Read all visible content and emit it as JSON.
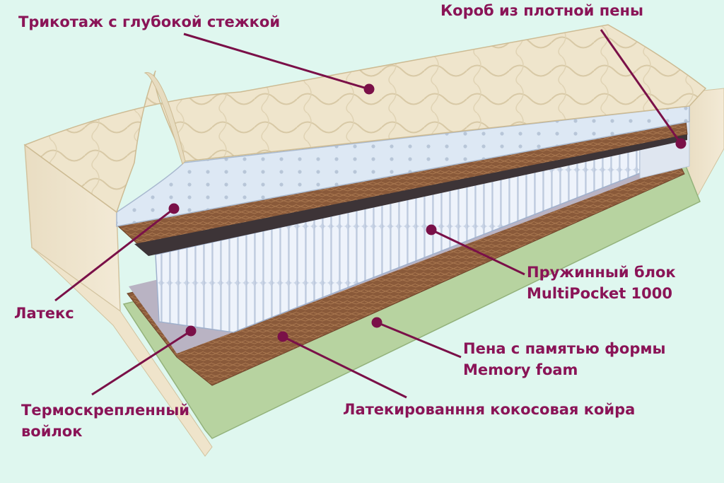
{
  "labels": {
    "knit": "Трикотаж с глубокой стежкой",
    "foam_box": "Короб из плотной пены",
    "latex": "Латекс",
    "spring_block_line1": "Пружинный блок",
    "spring_block_line2": "MultiPocket 1000",
    "memory_foam_line1": "Пена с памятью формы",
    "memory_foam_line2": "Memory foam",
    "felt_line1": "Термоскрепленный",
    "felt_line2": "войлок",
    "coconut": "Латекированння кокосовая койра"
  },
  "colors": {
    "background": "#dff7ef",
    "label_text": "#8a1457",
    "leader_line": "#7a1048",
    "quilted_cover": "#efe5cc",
    "latex": "#dde8f4",
    "coconut_coir": "#8a5a3a",
    "springs": "#e3ecf9",
    "memory_foam": "#b7d3a0",
    "foam_box": "#e9ddc2"
  }
}
